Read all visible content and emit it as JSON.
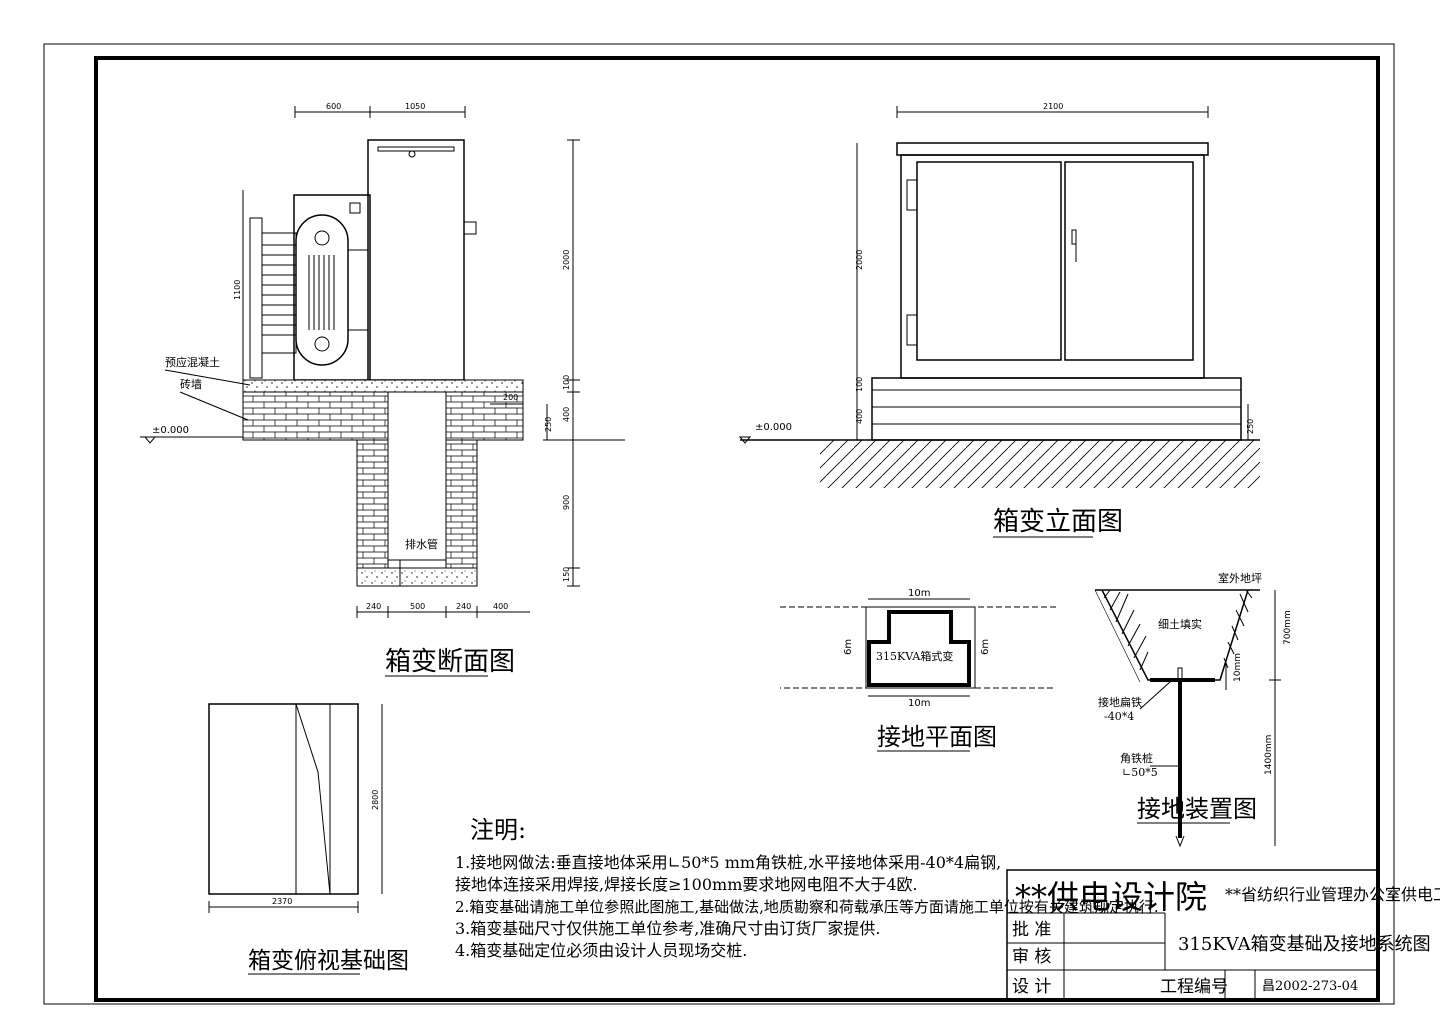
{
  "section_view": {
    "title": "箱变断面图",
    "dims_top": [
      "600",
      "1050"
    ],
    "dim_height_left": "1100",
    "dims_right": [
      "2000",
      "100",
      "400",
      "250",
      "900",
      "150"
    ],
    "dim_ledge": "200",
    "dims_bottom": [
      "240",
      "500",
      "240",
      "400"
    ],
    "label_concrete": "预应混凝土",
    "label_brick": "砖墙",
    "label_pipe": "排水管",
    "level": "±0.000"
  },
  "elevation_view": {
    "title": "箱变立面图",
    "dim_width": "2100",
    "dims_left": [
      "2000",
      "100",
      "400"
    ],
    "dim_right": "250",
    "level": "±0.000"
  },
  "ground_plan": {
    "title": "接地平面图",
    "dim_top": "10m",
    "dim_bottom": "10m",
    "dim_left": "6m",
    "dim_right": "6m",
    "box_label": "315KVA箱式变"
  },
  "ground_device": {
    "title": "接地装置图",
    "label_ground": "室外地坪",
    "label_fill": "细土填实",
    "label_flat_steel": "接地扁铁",
    "label_flat_spec": "-40*4",
    "label_angle_pile": "角铁桩",
    "label_angle_spec": "∟50*5",
    "dim_depth": "700mm",
    "dim_small": "10mm",
    "dim_pile": "1400mm"
  },
  "top_view": {
    "title": "箱变俯视基础图",
    "dim_height": "2800",
    "dim_width": "2370"
  },
  "notes": {
    "heading": "注明:",
    "lines": [
      "1.接地网做法:垂直接地体采用∟50*5 mm角铁桩,水平接地体采用-40*4扁钢,",
      "  接地体连接采用焊接,焊接长度≥100mm要求地网电阻不大于4欧.",
      "2.箱变基础请施工单位参照此图施工,基础做法,地质勘察和荷载承压等方面请施工单位按有关建筑规定执行.",
      "3.箱变基础尺寸仅供施工单位参考,准确尺寸由订货厂家提供.",
      "4.箱变基础定位必须由设计人员现场交桩."
    ]
  },
  "title_block": {
    "org": "**供电设计院",
    "project": "**省纺织行业管理办公室供电工程",
    "drawing": "315KVA箱变基础及接地系统图",
    "approve": "批    准",
    "review": "审    核",
    "design": "设    计",
    "number_label": "工程编号",
    "number": "昌2002-273-04"
  }
}
